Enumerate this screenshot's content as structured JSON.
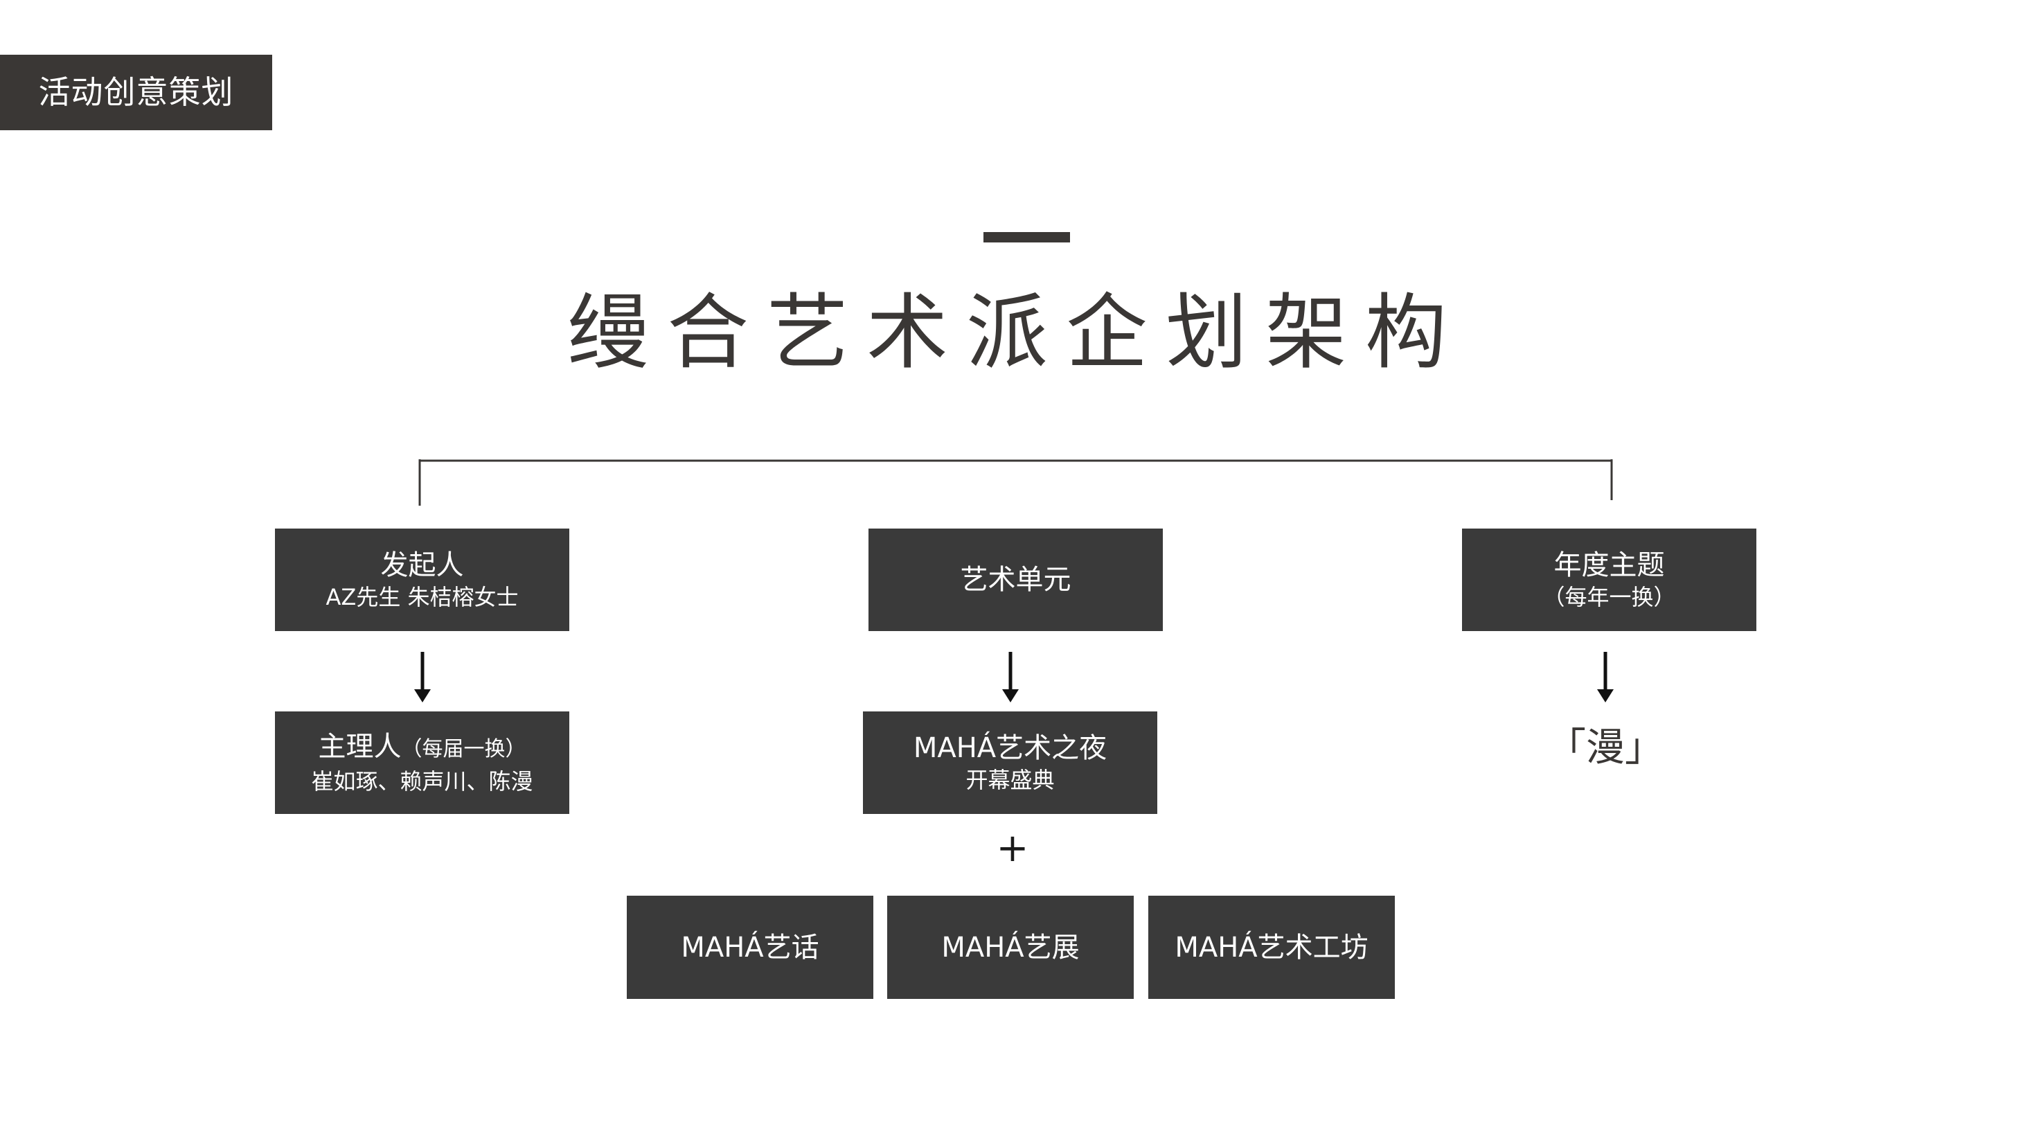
{
  "header": {
    "tag": "活动创意策划",
    "title": "缦合艺术派企划架构"
  },
  "nodes": {
    "founder": {
      "line1": "发起人",
      "line2": "AZ先生 朱桔榕女士"
    },
    "art_unit": {
      "line1": "艺术单元"
    },
    "annual_theme": {
      "line1": "年度主题",
      "line2": "（每年一换）"
    },
    "host": {
      "line1": "主理人",
      "line1_note": "（每届一换）",
      "line2": "崔如琢、赖声川、陈漫"
    },
    "art_night": {
      "line1": "MAHÁ艺术之夜",
      "line2": "开幕盛典"
    },
    "theme_word": "「漫」",
    "plus": "+",
    "talk": {
      "line1": "MAHÁ艺话"
    },
    "exhibition": {
      "line1": "MAHÁ艺展"
    },
    "workshop": {
      "line1": "MAHÁ艺术工坊"
    }
  },
  "colors": {
    "dark": "#3a3735",
    "box": "#3a3a3a",
    "line": "#3a3735",
    "arrow": "#111111",
    "background": "#ffffff"
  }
}
